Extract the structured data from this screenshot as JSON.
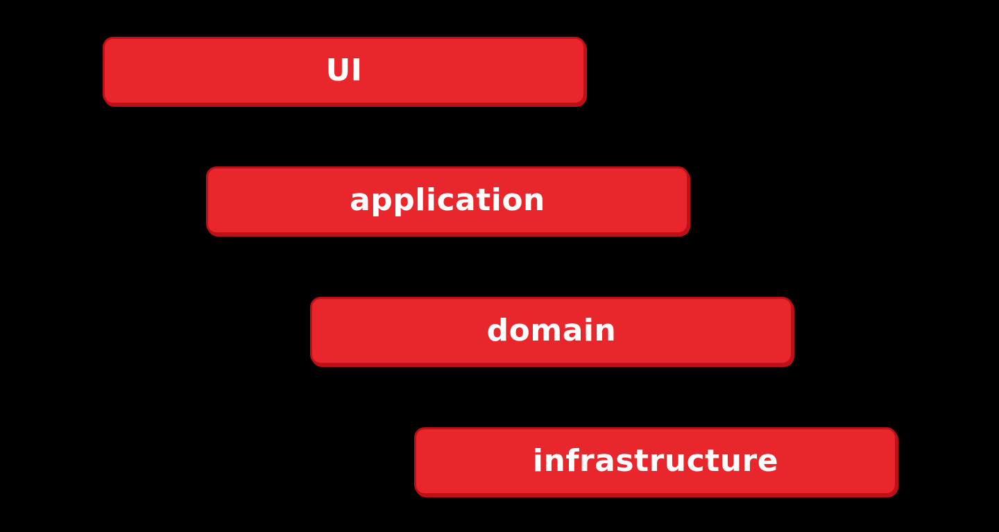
{
  "diagram": {
    "type": "layered-architecture",
    "layers": [
      {
        "label": "UI"
      },
      {
        "label": "application"
      },
      {
        "label": "domain"
      },
      {
        "label": "infrastructure"
      }
    ],
    "colors": {
      "box_fill": "#e8262b",
      "box_border": "#bd1017",
      "text": "#ffffff",
      "background": "#000000"
    }
  }
}
